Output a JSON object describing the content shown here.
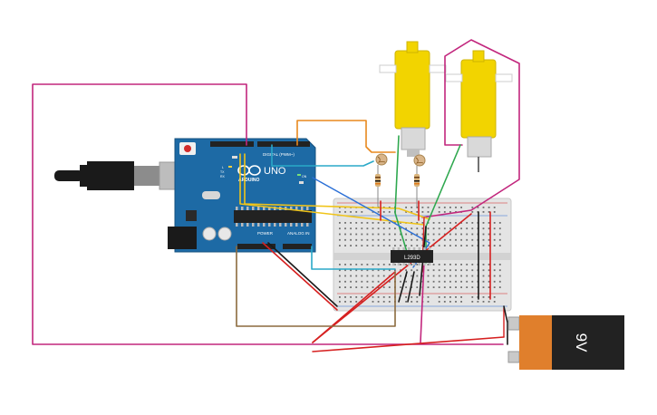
{
  "arduino": {
    "brand": "ARDUINO",
    "model": "UNO",
    "digital_header": "DIGITAL (PWM~)",
    "power_header": "POWER",
    "analog_header": "ANALOG IN",
    "on_label": "ON",
    "tx_label": "TX",
    "rx_label": "RX",
    "l_label": "L",
    "board_color": "#1d6aa5"
  },
  "driver_chip": {
    "label": "L293D"
  },
  "battery": {
    "label": "9V"
  },
  "wire_colors": {
    "magenta": "#c2267d",
    "orange": "#e8891e",
    "cyan": "#2aa9c8",
    "yellow": "#f0c419",
    "green": "#2fa84f",
    "red": "#d62020",
    "black": "#1a1a1a",
    "brown": "#8b6a3e",
    "blue": "#2a6fd6"
  },
  "motor_color": "#f2d400"
}
